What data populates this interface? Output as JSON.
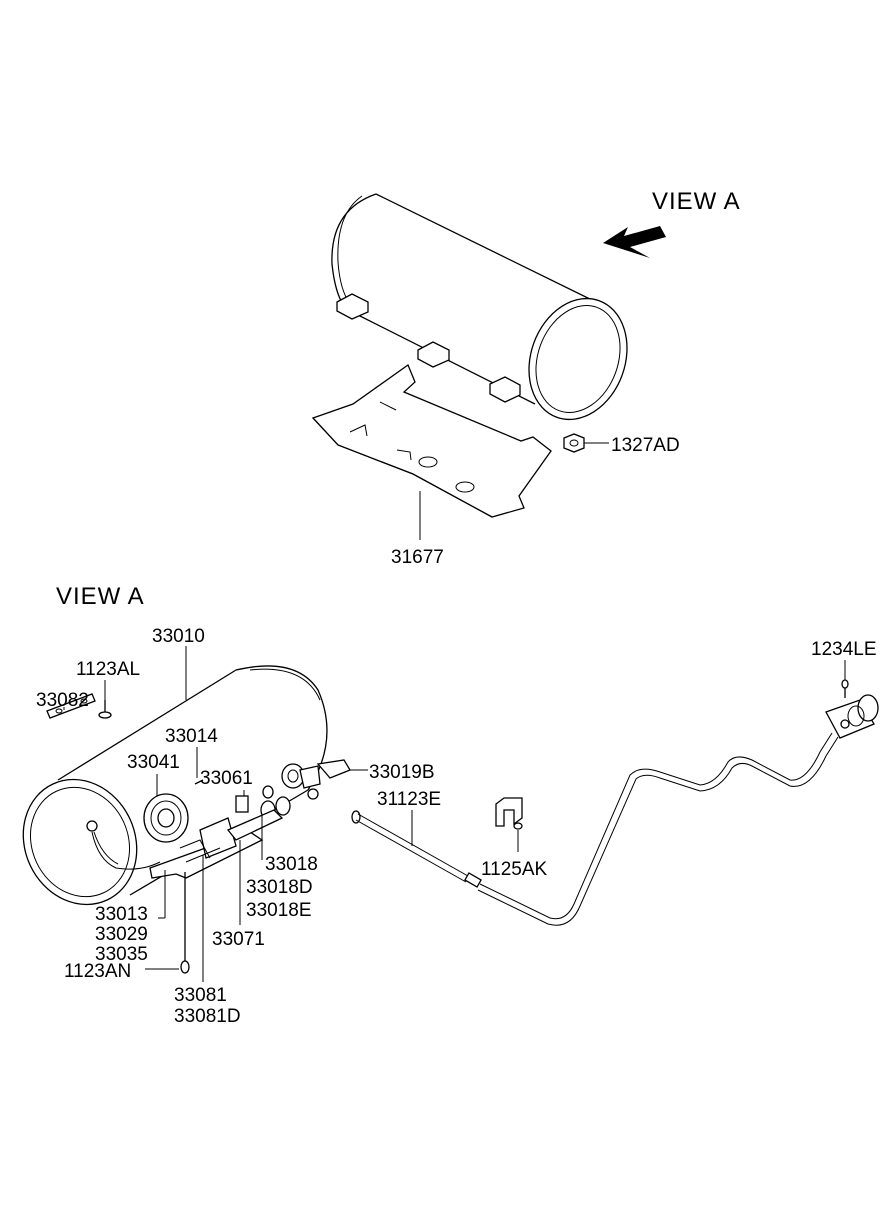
{
  "top_view": {
    "view_label": "VIEW  A",
    "parts": {
      "nut": "1327AD",
      "skid_plate": "31677"
    }
  },
  "main_view": {
    "view_label": "VIEW  A",
    "parts": {
      "tank": "33010",
      "bolt_upper": "1123AL",
      "strap": "33082",
      "part_33014": "33014",
      "part_33041": "33041",
      "part_33061": "33061",
      "part_33019b": "33019B",
      "hose": "31123E",
      "bracket_bolt": "1125AK",
      "fitting_end": "1234LE",
      "valve_33018": "33018",
      "valve_33018d": "33018D",
      "valve_33018e": "33018E",
      "part_33071": "33071",
      "part_33013": "33013",
      "part_33029": "33029",
      "part_33035": "33035",
      "bolt_lower": "1123AN",
      "part_33081": "33081",
      "part_33081d": "33081D"
    }
  }
}
